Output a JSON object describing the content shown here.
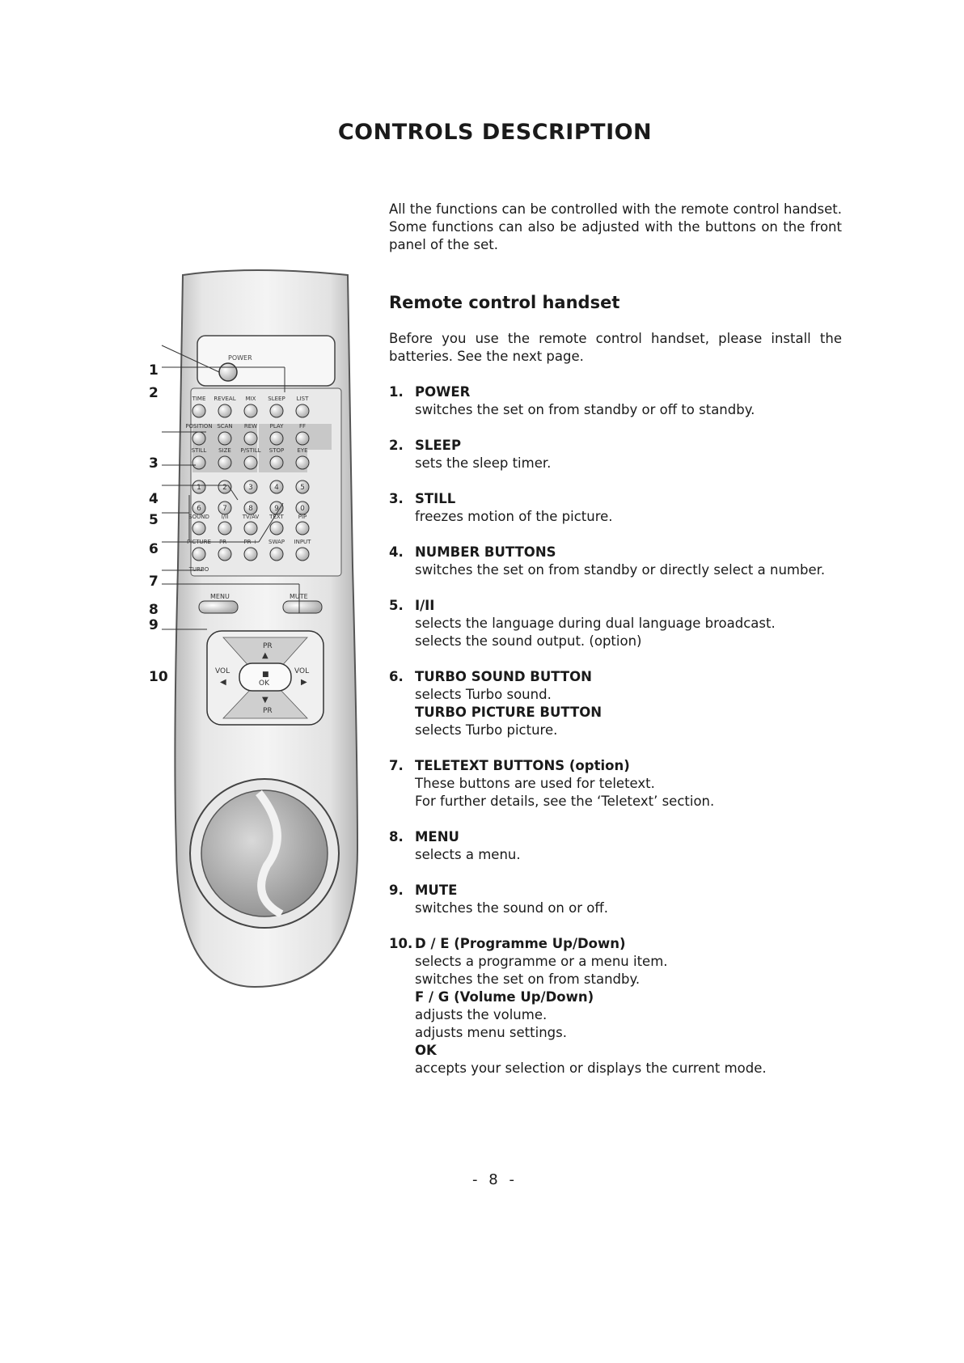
{
  "page": {
    "title": "CONTROLS DESCRIPTION",
    "intro": "All the functions can be controlled with the remote control handset. Some functions can also be adjusted with the buttons on the front panel of the set.",
    "section_heading": "Remote control handset",
    "before_use": "Before you use the remote control handset, please install the batteries. See the next page.",
    "page_number": "- 8 -"
  },
  "items": [
    {
      "num": "1.",
      "lines": [
        {
          "t": "POWER",
          "b": true
        },
        {
          "t": "switches the set on from standby or off to standby.",
          "b": false
        }
      ]
    },
    {
      "num": "2.",
      "lines": [
        {
          "t": "SLEEP",
          "b": true
        },
        {
          "t": "sets the sleep timer.",
          "b": false
        }
      ]
    },
    {
      "num": "3.",
      "lines": [
        {
          "t": "STILL",
          "b": true
        },
        {
          "t": "freezes motion of the picture.",
          "b": false
        }
      ]
    },
    {
      "num": "4.",
      "lines": [
        {
          "t": "NUMBER BUTTONS",
          "b": true
        },
        {
          "t": "switches the set on from standby or directly select a number.",
          "b": false
        }
      ]
    },
    {
      "num": "5.",
      "lines": [
        {
          "t": "I/II",
          "b": true
        },
        {
          "t": "selects the language during dual language broadcast.",
          "b": false
        },
        {
          "t": "selects the sound output. (option)",
          "b": false
        }
      ]
    },
    {
      "num": "6.",
      "lines": [
        {
          "t": "TURBO SOUND BUTTON",
          "b": true
        },
        {
          "t": "selects Turbo sound.",
          "b": false
        },
        {
          "t": "TURBO PICTURE BUTTON",
          "b": true
        },
        {
          "t": "selects Turbo picture.",
          "b": false
        }
      ]
    },
    {
      "num": "7.",
      "lines": [
        {
          "t": "TELETEXT BUTTONS (option)",
          "b": true
        },
        {
          "t": "These buttons are used for teletext.",
          "b": false
        },
        {
          "t": "For further details, see the ‘Teletext’ section.",
          "b": false
        }
      ]
    },
    {
      "num": "8.",
      "lines": [
        {
          "t": "MENU",
          "b": true
        },
        {
          "t": "selects a menu.",
          "b": false
        }
      ]
    },
    {
      "num": "9.",
      "lines": [
        {
          "t": "MUTE",
          "b": true
        },
        {
          "t": "switches the sound on or off.",
          "b": false
        }
      ]
    },
    {
      "num": "10.",
      "lines": [
        {
          "t": "D / E  (Programme Up/Down)",
          "b": true
        },
        {
          "t": "selects a programme or a menu item.",
          "b": false
        },
        {
          "t": "switches the set on from standby.",
          "b": false
        },
        {
          "t": "F / G  (Volume Up/Down)",
          "b": true
        },
        {
          "t": "adjusts the volume.",
          "b": false
        },
        {
          "t": "adjusts menu settings.",
          "b": false
        },
        {
          "t": "OK",
          "b": true
        },
        {
          "t": "accepts your selection or displays the current mode.",
          "b": false
        }
      ]
    }
  ],
  "callouts": [
    "1",
    "2",
    "3",
    "4",
    "5",
    "6",
    "7",
    "8",
    "9",
    "10"
  ],
  "remote": {
    "power": "POWER",
    "row1": [
      "TIME",
      "REVEAL",
      "MIX",
      "SLEEP",
      "LIST"
    ],
    "row2": [
      "POSITION",
      "SCAN",
      "REW",
      "PLAY",
      "FF"
    ],
    "row3": [
      "STILL",
      "SIZE",
      "P/STILL",
      "STOP",
      "EYE"
    ],
    "digits": [
      "1",
      "2",
      "3",
      "4",
      "5",
      "6",
      "7",
      "8",
      "9",
      "0"
    ],
    "row5": [
      "SOUND",
      "I/II",
      "TV/AV",
      "TEXT",
      "PIP"
    ],
    "row6": [
      "PICTURE",
      "PR -",
      "PR +",
      "SWAP",
      "INPUT"
    ],
    "turbo": "TURBO",
    "menu": "MENU",
    "mute": "MUTE",
    "pr": "PR",
    "vol": "VOL",
    "ok": "OK"
  }
}
